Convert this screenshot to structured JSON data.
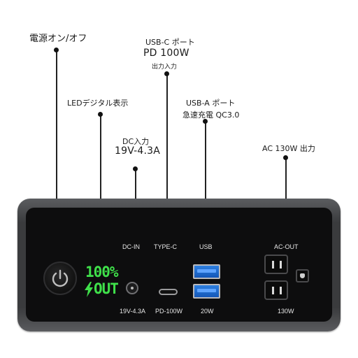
{
  "callouts": {
    "power": "電源オン/オフ",
    "usbc_port": "USB-C ポート",
    "usbc_pd": "PD 100W",
    "usbc_io": "出力入力",
    "led": "LEDデジタル表示",
    "usba_port": "USB-A ポート",
    "usba_qc": "急速充電 QC3.0",
    "dc_in": "DC入力",
    "dc_rating": "19V-4.3A",
    "ac_out": "AC 130W 出力"
  },
  "device": {
    "labels": {
      "dcin": "DC-IN",
      "typec": "TYPE-C",
      "usb": "USB",
      "acout": "AC-OUT"
    },
    "ratings": {
      "dcin": "19V-4.3A",
      "typec": "PD-100W",
      "usb": "20W",
      "acout": "130W"
    },
    "display": {
      "percent": "100%",
      "mode": "OUT"
    }
  },
  "colors": {
    "lcd": "#3fe04a",
    "usb_port": "#1f6bd0",
    "body": "#3a3b3d"
  },
  "icons": [
    "power-icon",
    "lightning-icon"
  ]
}
